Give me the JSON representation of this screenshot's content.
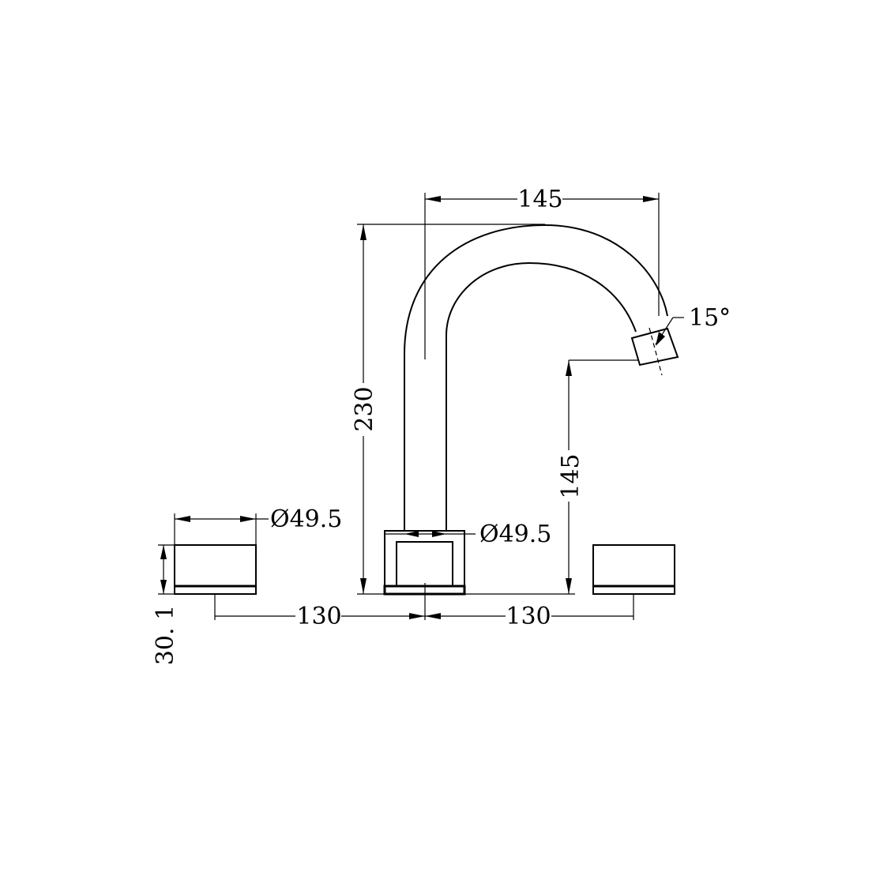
{
  "dimensions": {
    "spout_reach": "145",
    "total_height": "230",
    "spout_outlet_height": "145",
    "spout_angle": "15°",
    "handle_diameter": "Ø49.5",
    "spout_base_diameter": "Ø49.5",
    "left_spacing": "130",
    "right_spacing": "130",
    "handle_height": "30. 1"
  },
  "colors": {
    "line": "#000000",
    "background": "#ffffff"
  }
}
